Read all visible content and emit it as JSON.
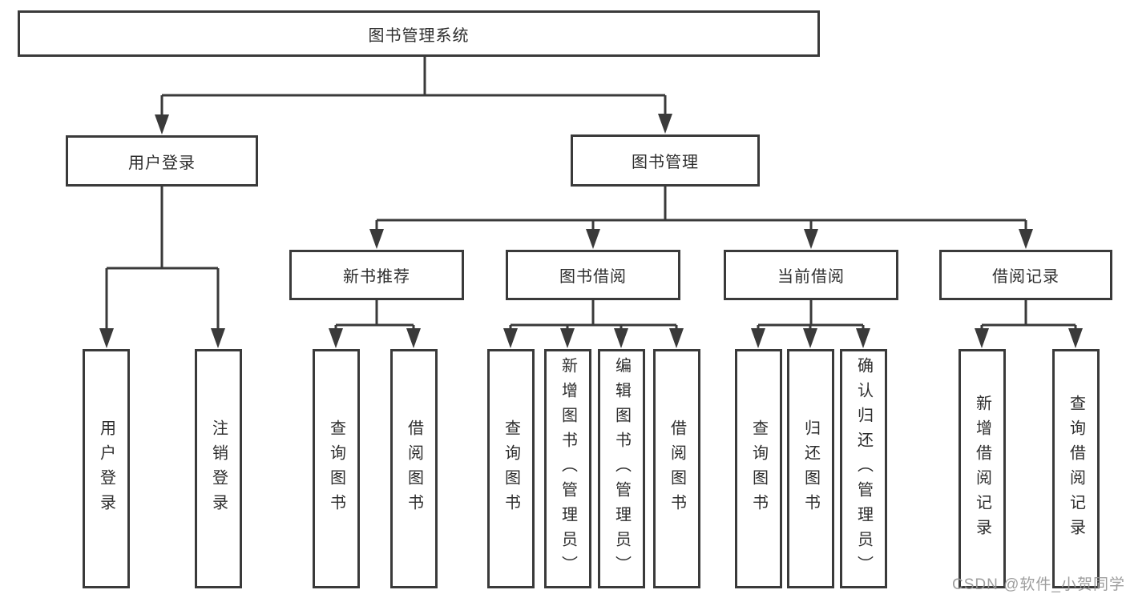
{
  "tree": {
    "label": "图书管理系统",
    "children": [
      {
        "label": "用户登录",
        "children": [
          {
            "label": "用户登录"
          },
          {
            "label": "注销登录"
          }
        ]
      },
      {
        "label": "图书管理",
        "children": [
          {
            "label": "新书推荐",
            "children": [
              {
                "label": "查询图书"
              },
              {
                "label": "借阅图书"
              }
            ]
          },
          {
            "label": "图书借阅",
            "children": [
              {
                "label": "查询图书"
              },
              {
                "label": "新增图书（管理员）"
              },
              {
                "label": "编辑图书（管理员）"
              },
              {
                "label": "借阅图书"
              }
            ]
          },
          {
            "label": "当前借阅",
            "children": [
              {
                "label": "查询图书"
              },
              {
                "label": "归还图书"
              },
              {
                "label": "确认归还（管理员）"
              }
            ]
          },
          {
            "label": "借阅记录",
            "children": [
              {
                "label": "新增借阅记录"
              },
              {
                "label": "查询借阅记录"
              }
            ]
          }
        ]
      }
    ]
  },
  "watermark": {
    "text": "CSDN @软件_小贺同学"
  },
  "colors": {
    "line": "#3a3a3a",
    "text": "#2e2e2e",
    "background": "#ffffff",
    "watermark": "#969696"
  }
}
